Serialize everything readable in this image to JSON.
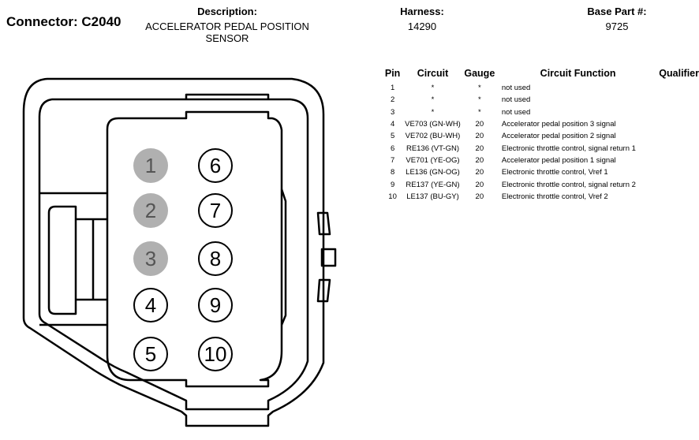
{
  "header": {
    "connector": "Connector: C2040",
    "description_label": "Description:",
    "description_line1": "ACCELERATOR PEDAL POSITION",
    "description_line2": "SENSOR",
    "harness_label": "Harness:",
    "harness_value": "14290",
    "base_part_label": "Base Part #:",
    "base_part_value": "9725"
  },
  "table": {
    "columns": [
      "Pin",
      "Circuit",
      "Gauge",
      "Circuit Function",
      "Qualifier"
    ],
    "rows": [
      {
        "pin": "1",
        "circuit": "*",
        "gauge": "*",
        "function": "not used"
      },
      {
        "pin": "2",
        "circuit": "*",
        "gauge": "*",
        "function": "not used"
      },
      {
        "pin": "3",
        "circuit": "*",
        "gauge": "*",
        "function": "not used"
      },
      {
        "pin": "4",
        "circuit": "VE703 (GN-WH)",
        "gauge": "20",
        "function": "Accelerator pedal position 3 signal"
      },
      {
        "pin": "5",
        "circuit": "VE702 (BU-WH)",
        "gauge": "20",
        "function": "Accelerator pedal position 2 signal"
      },
      {
        "pin": "6",
        "circuit": "RE136 (VT-GN)",
        "gauge": "20",
        "function": "Electronic throttle control, signal return 1"
      },
      {
        "pin": "7",
        "circuit": "VE701 (YE-OG)",
        "gauge": "20",
        "function": "Accelerator pedal position 1 signal"
      },
      {
        "pin": "8",
        "circuit": "LE136 (GN-OG)",
        "gauge": "20",
        "function": "Electronic throttle control, Vref 1"
      },
      {
        "pin": "9",
        "circuit": "RE137 (YE-GN)",
        "gauge": "20",
        "function": "Electronic throttle control, signal return 2"
      },
      {
        "pin": "10",
        "circuit": "LE137 (BU-GY)",
        "gauge": "20",
        "function": "Electronic throttle control, Vref 2"
      }
    ]
  },
  "pins": {
    "p1": "1",
    "p2": "2",
    "p3": "3",
    "p4": "4",
    "p5": "5",
    "p6": "6",
    "p7": "7",
    "p8": "8",
    "p9": "9",
    "p10": "10"
  },
  "colors": {
    "unused_pin": "#b0b0b0",
    "line": "#000000"
  }
}
